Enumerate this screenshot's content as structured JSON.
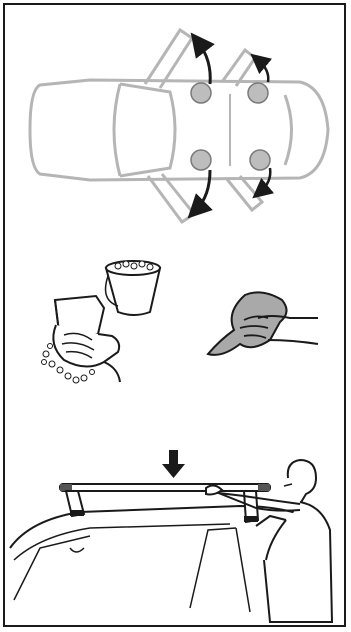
{
  "page": {
    "panels": [
      {
        "id": "open-doors",
        "icon": "car-top-view-doors-open-icon"
      },
      {
        "id": "clean-roof",
        "icon": "wash-and-wipe-icon"
      },
      {
        "id": "mount-rack",
        "icon": "roof-rack-installation-icon"
      }
    ],
    "colors": {
      "line": "#1a1a1a",
      "car_outline": "#b5b5b5",
      "marker_fill": "#bdbdbd",
      "cloth_fill": "#a9a9a9"
    }
  }
}
